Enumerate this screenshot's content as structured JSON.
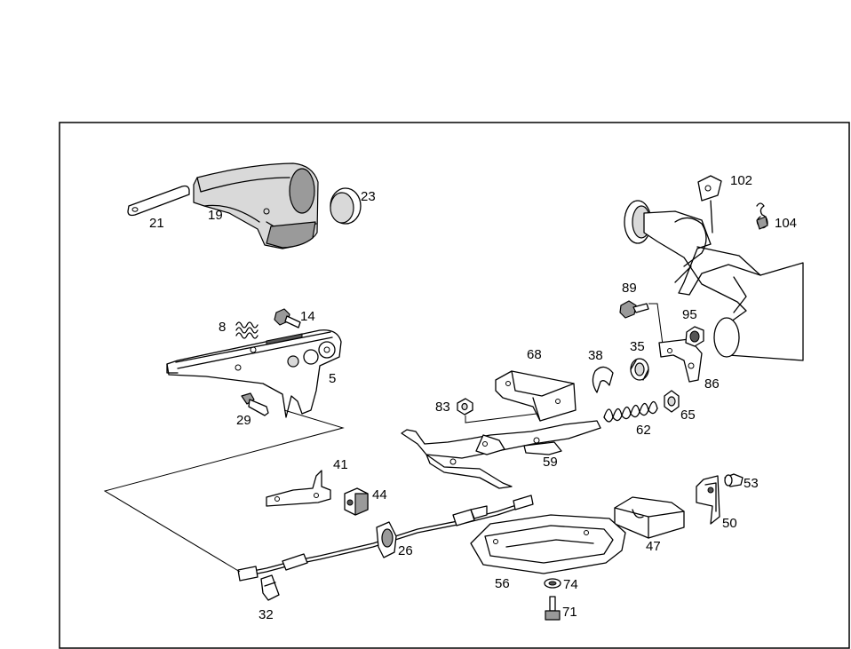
{
  "diagram": {
    "parts": [
      {
        "id": "21",
        "label": "21"
      },
      {
        "id": "19",
        "label": "19"
      },
      {
        "id": "23",
        "label": "23"
      },
      {
        "id": "102",
        "label": "102"
      },
      {
        "id": "104",
        "label": "104"
      },
      {
        "id": "8",
        "label": "8"
      },
      {
        "id": "14",
        "label": "14"
      },
      {
        "id": "5",
        "label": "5"
      },
      {
        "id": "29",
        "label": "29"
      },
      {
        "id": "89",
        "label": "89"
      },
      {
        "id": "95",
        "label": "95"
      },
      {
        "id": "68",
        "label": "68"
      },
      {
        "id": "38",
        "label": "38"
      },
      {
        "id": "35",
        "label": "35"
      },
      {
        "id": "86",
        "label": "86"
      },
      {
        "id": "83",
        "label": "83"
      },
      {
        "id": "65",
        "label": "65"
      },
      {
        "id": "62",
        "label": "62"
      },
      {
        "id": "59",
        "label": "59"
      },
      {
        "id": "41",
        "label": "41"
      },
      {
        "id": "44",
        "label": "44"
      },
      {
        "id": "53",
        "label": "53"
      },
      {
        "id": "50",
        "label": "50"
      },
      {
        "id": "47",
        "label": "47"
      },
      {
        "id": "26",
        "label": "26"
      },
      {
        "id": "56",
        "label": "56"
      },
      {
        "id": "74",
        "label": "74"
      },
      {
        "id": "71",
        "label": "71"
      },
      {
        "id": "32",
        "label": "32"
      }
    ]
  }
}
